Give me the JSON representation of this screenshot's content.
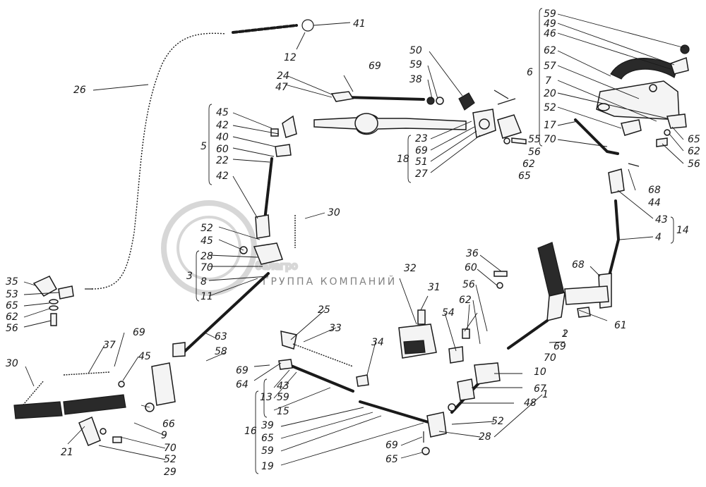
{
  "watermark": {
    "brand": "белагро",
    "tagline": "ГРУППА КОМПАНИЙ",
    "color": "#b8b8b8"
  },
  "colors": {
    "ink": "#1a1a1a",
    "paper": "#ffffff"
  },
  "labels": {
    "l41": "41",
    "l12": "12",
    "l26": "26",
    "l69a": "69",
    "l24": "24",
    "l47": "47",
    "l50": "50",
    "l59a": "59",
    "l38": "38",
    "l45a": "45",
    "l42a": "42",
    "l40": "40",
    "l60a": "60",
    "l22": "22",
    "l42b": "42",
    "l5": "5",
    "l23": "23",
    "l69b": "69",
    "l51": "51",
    "l27": "27",
    "l18": "18",
    "l55": "55",
    "l56a": "56",
    "l62a": "62",
    "l65a": "65",
    "l59b": "59",
    "l49": "49",
    "l46": "46",
    "l62b": "62",
    "l57": "57",
    "l7": "7",
    "l20": "20",
    "l52a": "52",
    "l17": "17",
    "l70a": "70",
    "l6": "6",
    "l65b": "65",
    "l62c": "62",
    "l56b": "56",
    "l30a": "30",
    "l52b": "52",
    "l45b": "45",
    "l28a": "28",
    "l70b": "70",
    "l8": "8",
    "l11": "11",
    "l3": "3",
    "l68a": "68",
    "l44": "44",
    "l43a": "43",
    "l4": "4",
    "l14": "14",
    "l35": "35",
    "l53": "53",
    "l65c": "65",
    "l62d": "62",
    "l56c": "56",
    "l36": "36",
    "l60b": "60",
    "l56d": "56",
    "l68b": "68",
    "l32": "32",
    "l31": "31",
    "l54": "54",
    "l62e": "62",
    "l2": "2",
    "l61": "61",
    "l25": "25",
    "l33": "33",
    "l63": "63",
    "l58": "58",
    "l37": "37",
    "l69c": "69",
    "l45c": "45",
    "l30b": "30",
    "l34": "34",
    "l69d": "69",
    "l70c": "70",
    "l69e": "69",
    "l64": "64",
    "l10": "10",
    "l43b": "43",
    "l59c": "59",
    "l13": "13",
    "l15": "15",
    "l67": "67",
    "l1": "1",
    "l48": "48",
    "l39": "39",
    "l65d": "65",
    "l59d": "59",
    "l19": "19",
    "l16": "16",
    "l52c": "52",
    "l28b": "28",
    "l21": "21",
    "l9": "9",
    "l66": "66",
    "l70d": "70",
    "l52d": "52",
    "l29": "29",
    "l69f": "69",
    "l65e": "65"
  }
}
